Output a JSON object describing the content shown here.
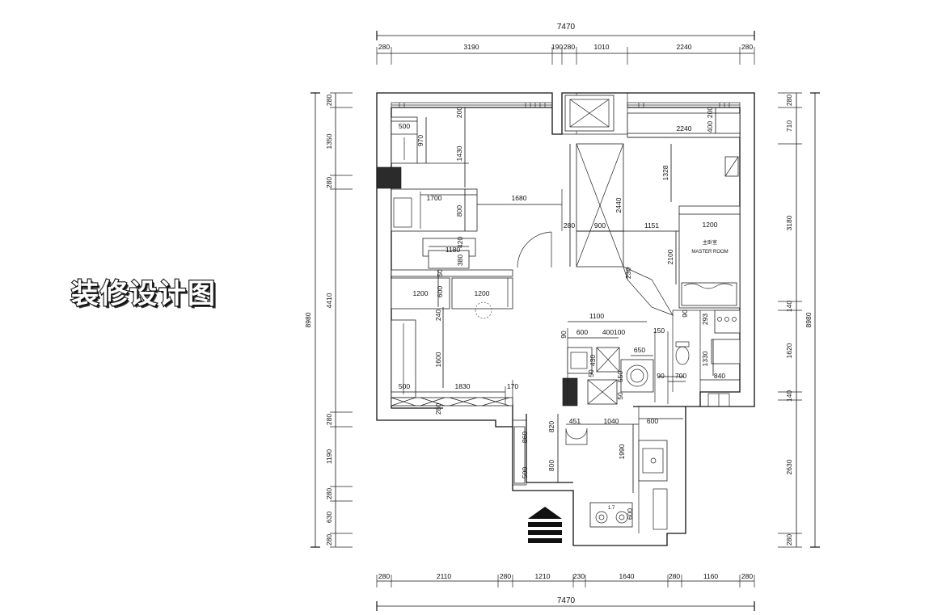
{
  "title": "装修设计图",
  "room_label": {
    "cn": "主卧室",
    "en": "MASTER ROOM"
  },
  "stove_label": "1.7",
  "dims_top": {
    "overall": "7470",
    "segments": [
      "280",
      "3190",
      "190",
      "280",
      "1010",
      "2240",
      "280"
    ]
  },
  "dims_bottom": {
    "overall": "7470",
    "segments": [
      "280",
      "2110",
      "280",
      "1210",
      "230",
      "1640",
      "280",
      "1160",
      "280"
    ]
  },
  "dims_left": {
    "overall": "8980",
    "segments": [
      "280",
      "1350",
      "280",
      "4410",
      "280",
      "1190",
      "280",
      "630",
      "280"
    ]
  },
  "dims_right": {
    "overall": "8980",
    "segments": [
      "280",
      "710",
      "3180",
      "140",
      "1620",
      "140",
      "2630",
      "280"
    ]
  },
  "interior": {
    "d500a": "500",
    "d970": "970",
    "d200a": "200",
    "d1430": "1430",
    "d1700": "1700",
    "d1680": "1680",
    "d800a": "800",
    "d1180": "1180",
    "d420": "420",
    "d380": "380",
    "d50": "50",
    "d600a": "600",
    "d1200a": "1200",
    "d1200b": "1200",
    "d240": "240",
    "d1600": "1600",
    "d500b": "500",
    "d1830": "1830",
    "d170": "170",
    "d280a": "280",
    "d2440": "2440",
    "d280b": "280",
    "d900": "900",
    "d1151": "1151",
    "d1328": "1328",
    "d2240": "2240",
    "d400a": "400",
    "d200b": "200",
    "d1200c": "1200",
    "d2100": "2100",
    "d230": "230",
    "d1100": "1100",
    "d90a": "90",
    "d600b": "600",
    "d400b": "400",
    "d100": "100",
    "d150": "150",
    "d650": "650",
    "d430": "430",
    "d50b": "50",
    "d550": "550",
    "d50c": "50",
    "d90b": "90",
    "d700": "700",
    "d90c": "90",
    "d293": "293",
    "d1330": "1330",
    "d840": "840",
    "d820": "820",
    "d860": "860",
    "d451": "451",
    "d1040": "1040",
    "d600c": "600",
    "d800b": "800",
    "d500c": "500",
    "d1990": "1990",
    "d600d": "600"
  }
}
